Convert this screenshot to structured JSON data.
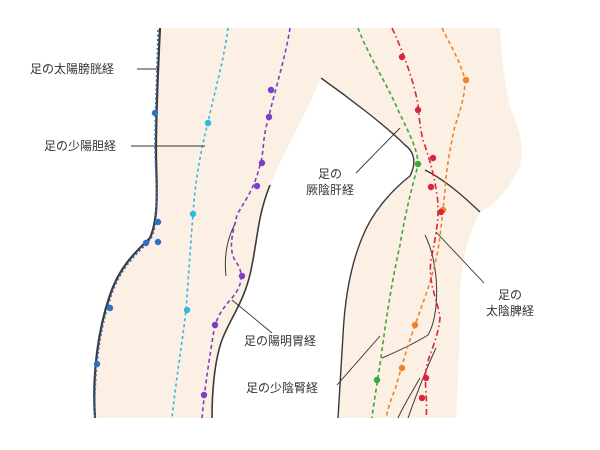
{
  "labels": {
    "bladder": "足の太陽膀胱経",
    "gallbladder": "足の少陽胆経",
    "liver": [
      "足の",
      "厥陰肝経"
    ],
    "stomach": "足の陽明胃経",
    "spleen": [
      "足の",
      "太陰脾経"
    ],
    "kidney": "足の少陰腎経"
  },
  "colors": {
    "skin": "#fcefe4",
    "outline": "#3a3a3a",
    "bladder": "#2f6fc4",
    "gallbladder": "#33b7e0",
    "stomach": "#7b3fc4",
    "liver": "#3aa83a",
    "spleen": "#f0832a",
    "kidney": "#d7263d"
  }
}
